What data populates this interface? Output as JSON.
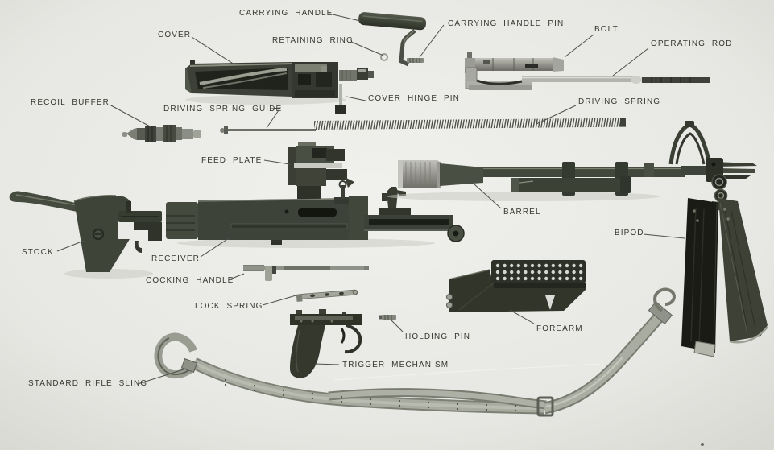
{
  "diagram": {
    "description": "exploded parts photograph of a light machine gun",
    "background_color": "#e8e8e4",
    "label_color": "#383832",
    "labels": [
      {
        "id": "carrying-handle",
        "text": "CARRYING HANDLE"
      },
      {
        "id": "cover",
        "text": "COVER"
      },
      {
        "id": "retaining-ring",
        "text": "RETAINING RING"
      },
      {
        "id": "carrying-handle-pin",
        "text": "CARRYING HANDLE PIN"
      },
      {
        "id": "bolt",
        "text": "BOLT"
      },
      {
        "id": "operating-rod",
        "text": "OPERATING ROD"
      },
      {
        "id": "recoil-buffer",
        "text": "RECOIL BUFFER"
      },
      {
        "id": "driving-spring-guide",
        "text": "DRIVING SPRING GUIDE"
      },
      {
        "id": "cover-hinge-pin",
        "text": "COVER HINGE PIN"
      },
      {
        "id": "driving-spring",
        "text": "DRIVING SPRING"
      },
      {
        "id": "feed-plate",
        "text": "FEED PLATE"
      },
      {
        "id": "barrel",
        "text": "BARREL"
      },
      {
        "id": "stock",
        "text": "STOCK"
      },
      {
        "id": "receiver",
        "text": "RECEIVER"
      },
      {
        "id": "bipod",
        "text": "BIPOD"
      },
      {
        "id": "cocking-handle",
        "text": "COCKING HANDLE"
      },
      {
        "id": "lock-spring",
        "text": "LOCK SPRING"
      },
      {
        "id": "holding-pin",
        "text": "HOLDING PIN"
      },
      {
        "id": "forearm",
        "text": "FOREARM"
      },
      {
        "id": "trigger-mechanism",
        "text": "TRIGGER MECHANISM"
      },
      {
        "id": "standard-rifle-sling",
        "text": "STANDARD RIFLE SLING"
      }
    ]
  }
}
